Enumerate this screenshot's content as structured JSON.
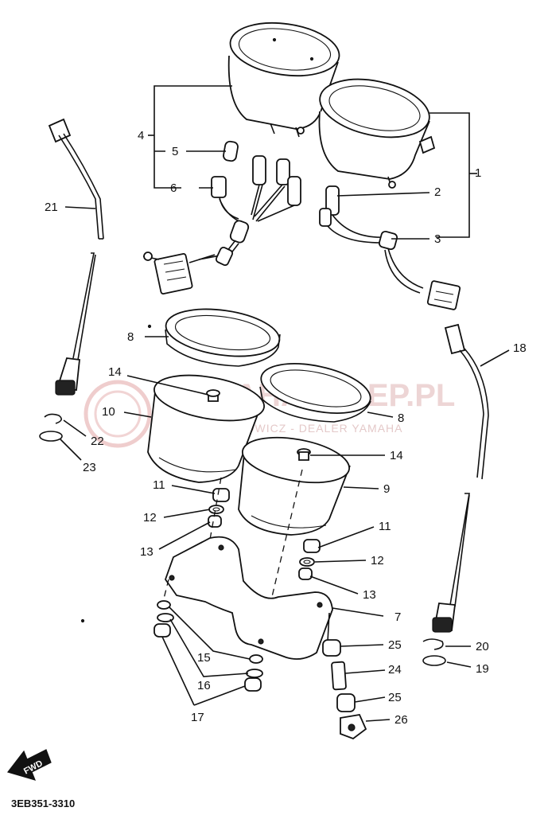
{
  "diagram": {
    "callouts": [
      {
        "id": "c1",
        "text": "1"
      },
      {
        "id": "c2",
        "text": "2"
      },
      {
        "id": "c3",
        "text": "3"
      },
      {
        "id": "c4",
        "text": "4"
      },
      {
        "id": "c5",
        "text": "5"
      },
      {
        "id": "c6",
        "text": "6"
      },
      {
        "id": "c7",
        "text": "7"
      },
      {
        "id": "c8a",
        "text": "8"
      },
      {
        "id": "c8b",
        "text": "8"
      },
      {
        "id": "c9",
        "text": "9"
      },
      {
        "id": "c10",
        "text": "10"
      },
      {
        "id": "c11a",
        "text": "11"
      },
      {
        "id": "c11b",
        "text": "11"
      },
      {
        "id": "c12a",
        "text": "12"
      },
      {
        "id": "c12b",
        "text": "12"
      },
      {
        "id": "c13a",
        "text": "13"
      },
      {
        "id": "c13b",
        "text": "13"
      },
      {
        "id": "c14a",
        "text": "14"
      },
      {
        "id": "c14b",
        "text": "14"
      },
      {
        "id": "c15",
        "text": "15"
      },
      {
        "id": "c16",
        "text": "16"
      },
      {
        "id": "c17",
        "text": "17"
      },
      {
        "id": "c18",
        "text": "18"
      },
      {
        "id": "c19",
        "text": "19"
      },
      {
        "id": "c20",
        "text": "20"
      },
      {
        "id": "c21",
        "text": "21"
      },
      {
        "id": "c22",
        "text": "22"
      },
      {
        "id": "c23",
        "text": "23"
      },
      {
        "id": "c24",
        "text": "24"
      },
      {
        "id": "c25a",
        "text": "25"
      },
      {
        "id": "c25b",
        "text": "25"
      },
      {
        "id": "c26",
        "text": "26"
      }
    ],
    "diagram_code": "3EB351-3310",
    "fwd_label": "FWD",
    "watermark": {
      "brand": "YAMAHASKLEP.PL",
      "tagline": "WOJCIECHOWICZ - DEALER YAMAHA",
      "color": "#e8c8c8"
    },
    "ink_color": "#111111"
  }
}
